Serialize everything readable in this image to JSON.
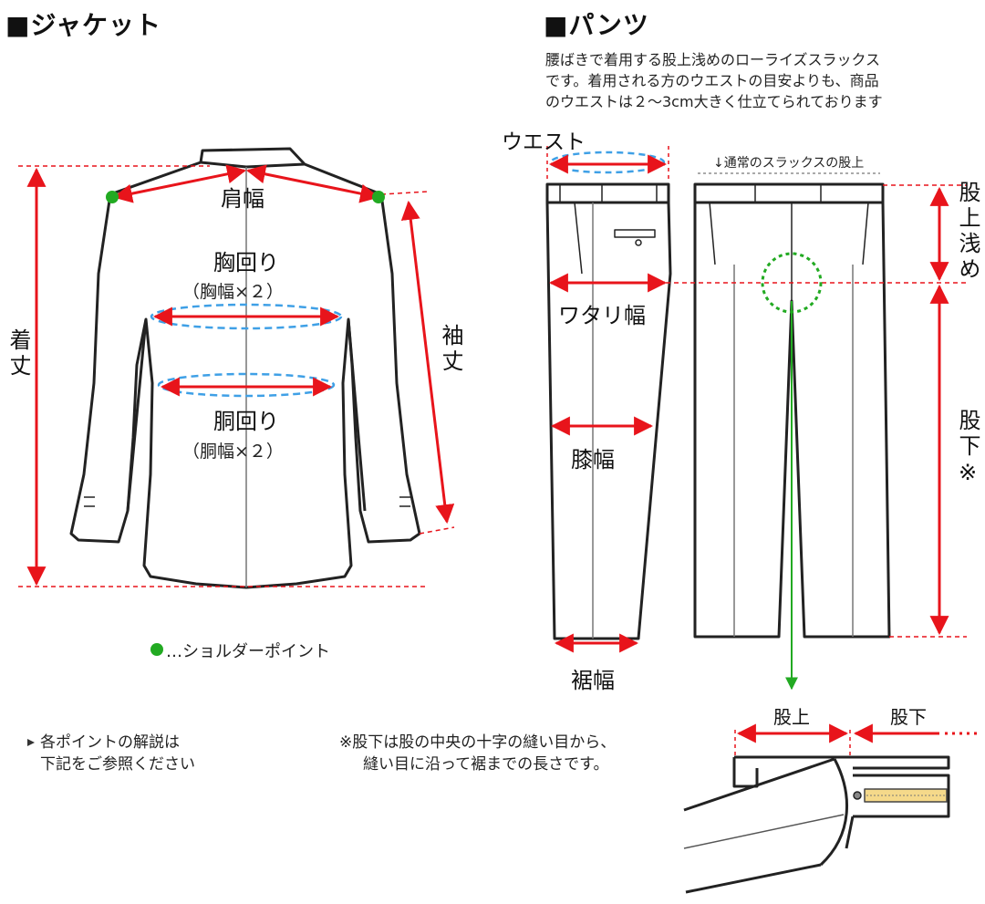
{
  "jacket": {
    "title": "■ジャケット",
    "labels": {
      "shoulder_width": "肩幅",
      "chest": "胸回り",
      "chest_note": "（胸幅×２）",
      "waist": "胴回り",
      "waist_note": "（胴幅×２）",
      "length": "着丈",
      "sleeve": "袖丈"
    },
    "legend": "…ショルダーポイント",
    "notes": [
      "各ポイントの解説は",
      "下記をご参照ください"
    ]
  },
  "pants": {
    "title": "■パンツ",
    "description": [
      "腰ばきで着用する股上浅めのローライズスラックス",
      "です。着用される方のウエストの目安よりも、商品",
      "のウエストは２～3cm大きく仕立てられております"
    ],
    "labels": {
      "waist": "ウエスト",
      "normal_rise": "↓通常のスラックスの股上",
      "thigh": "ワタリ幅",
      "knee": "膝幅",
      "hem": "裾幅",
      "rise": "股上浅め",
      "inseam": "股下※"
    }
  },
  "footnote": {
    "lines": [
      "※股下は股の中央の十字の縫い目から、",
      "縫い目に沿って裾までの長さです。"
    ],
    "rise": "股上",
    "inseam": "股下"
  },
  "colors": {
    "red": "#e8141b",
    "green": "#22aa22",
    "blue": "#3fa0e6",
    "outline": "#222222"
  }
}
